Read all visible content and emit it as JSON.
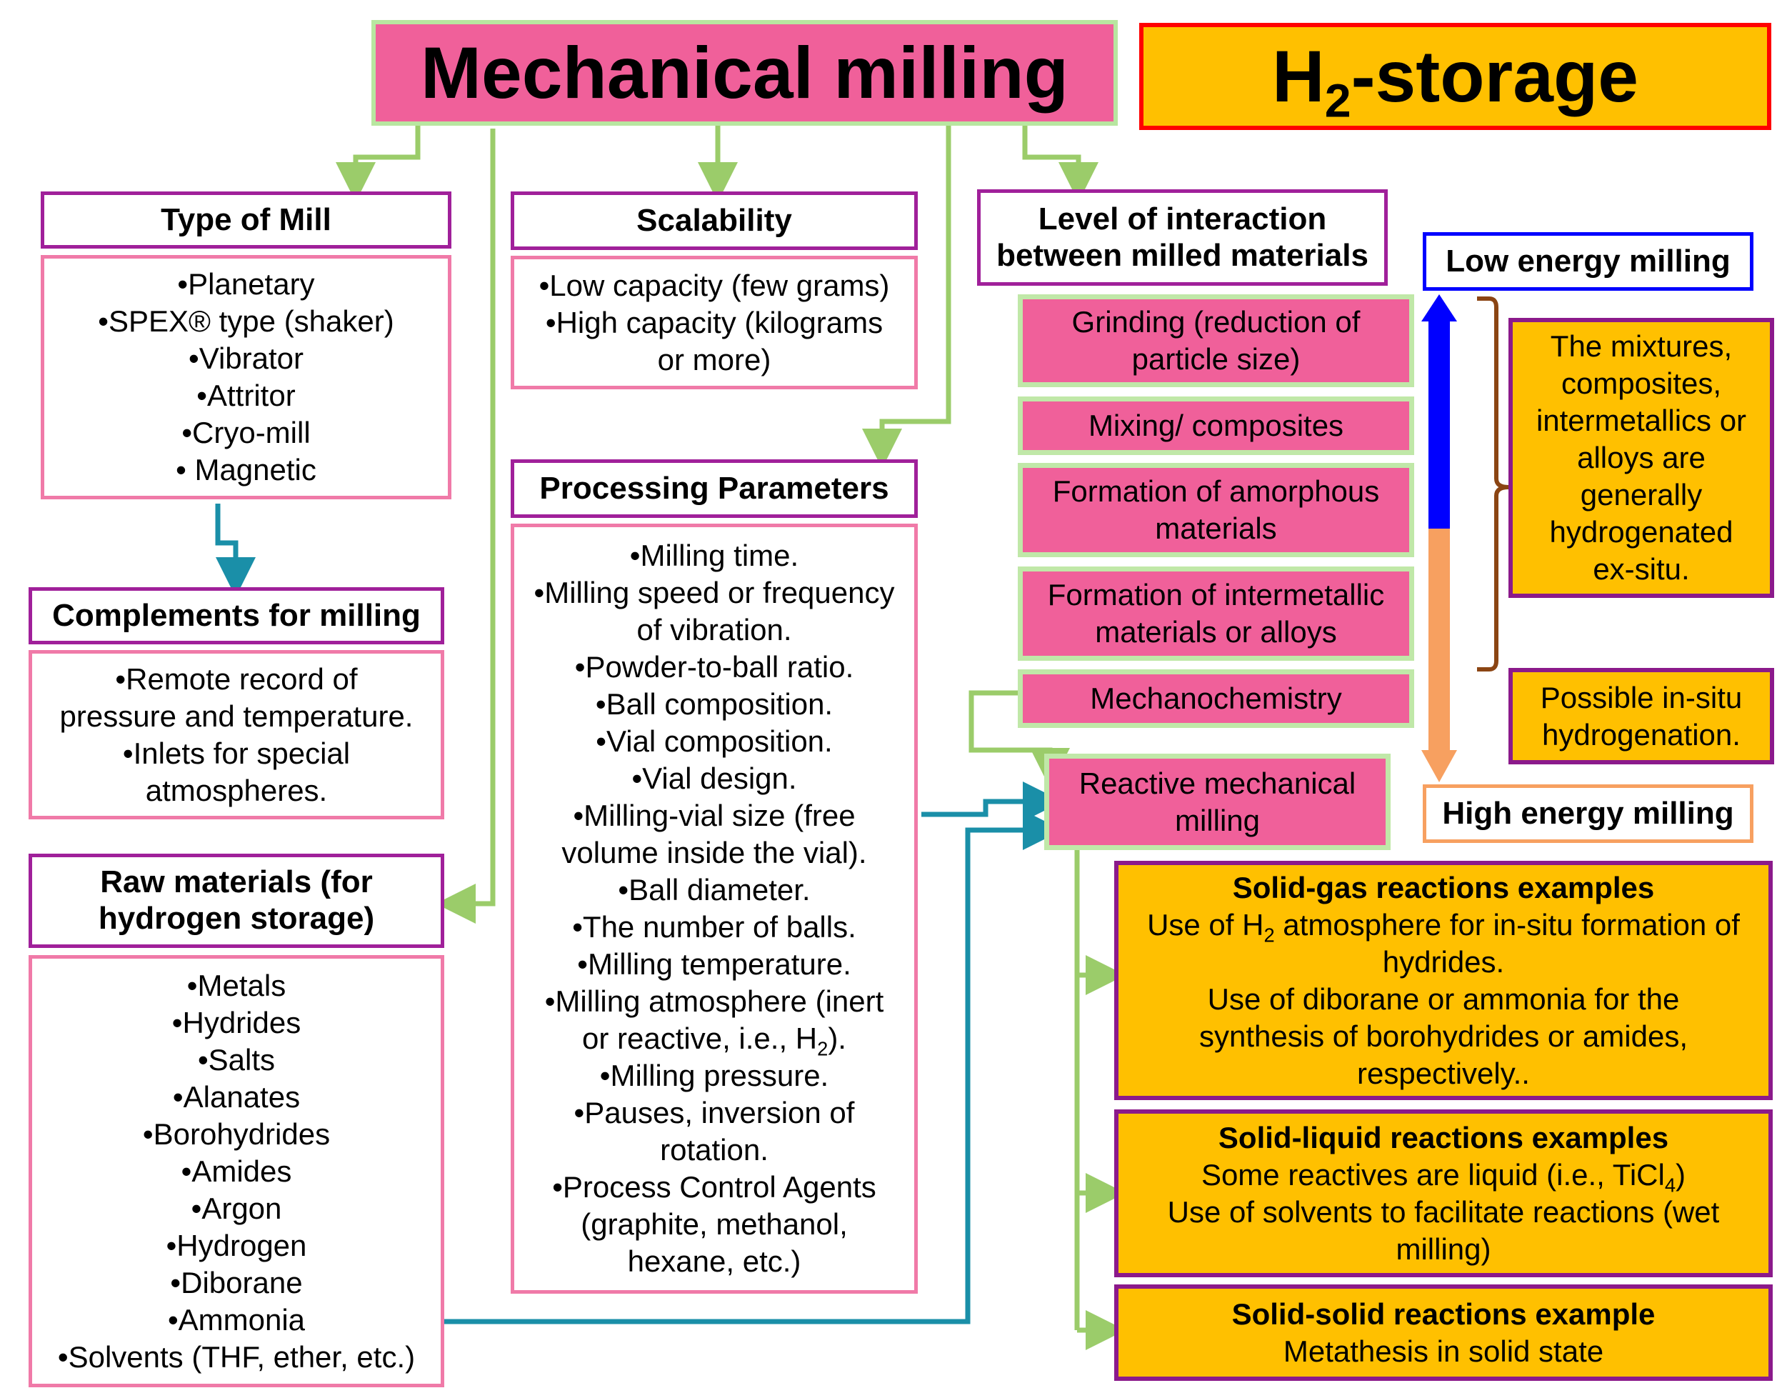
{
  "title": "Mechanical  milling",
  "h2_title": {
    "pre": "H",
    "sub": "2",
    "post": "-storage"
  },
  "type_of_mill": {
    "header": "Type  of Mill",
    "items": [
      "•Planetary",
      "•SPEX® type (shaker)",
      "•Vibrator",
      "•Attritor",
      "•Cryo-mill",
      "• Magnetic"
    ]
  },
  "complements": {
    "header": "Complements  for milling",
    "items": [
      "•Remote record of",
      "pressure and temperature.",
      "•Inlets for special",
      "atmospheres."
    ]
  },
  "raw_materials": {
    "header": [
      "Raw materials (for",
      "hydrogen storage)"
    ],
    "items": [
      "•Metals",
      "•Hydrides",
      "•Salts",
      "•Alanates",
      "•Borohydrides",
      "•Amides",
      "•Argon",
      "•Hydrogen",
      "•Diborane",
      "•Ammonia",
      "•Solvents (THF, ether, etc.)"
    ]
  },
  "scalability": {
    "header": "Scalability",
    "items": [
      "•Low capacity (few grams)",
      "•High capacity (kilograms",
      "or more)"
    ]
  },
  "processing": {
    "header": "Processing Parameters",
    "items": [
      "•Milling time.",
      "•Milling speed or frequency",
      "of vibration.",
      "•Powder-to-ball ratio.",
      "•Ball composition.",
      "•Vial composition.",
      "•Vial design.",
      "•Milling-vial size (free",
      "volume inside the vial).",
      "•Ball diameter.",
      "•The  number of balls.",
      "•Milling temperature.",
      "•Milling atmosphere (inert"
    ],
    "h2_line": {
      "pre": "or reactive, i.e., H",
      "sub": "2",
      "post": ")."
    },
    "items_after": [
      "•Milling pressure.",
      "•Pauses, inversion of",
      "rotation.",
      "•Process Control Agents",
      "(graphite, methanol,",
      "hexane, etc.)"
    ]
  },
  "interaction": {
    "header": [
      "Level of interaction",
      "between milled materials"
    ],
    "levels": [
      [
        "Grinding (reduction of",
        "particle size)"
      ],
      [
        "Mixing/ composites"
      ],
      [
        "Formation of amorphous",
        "materials"
      ],
      [
        "Formation of intermetallic",
        "materials or alloys"
      ],
      [
        "Mechanochemistry"
      ]
    ]
  },
  "reactive": [
    "Reactive mechanical",
    "milling"
  ],
  "low_energy": "Low energy milling",
  "high_energy": "High energy milling",
  "exsitu": [
    "The mixtures,",
    "composites,",
    "intermetallics or",
    "alloys are",
    "generally",
    "hydrogenated",
    "ex-situ."
  ],
  "insitu": [
    "Possible in-situ",
    "hydrogenation."
  ],
  "solid_gas": {
    "title": "Solid-gas reactions examples",
    "line1": {
      "pre": "Use of H",
      "sub": "2",
      "post": " atmosphere  for in-situ formation of"
    },
    "lines": [
      "hydrides.",
      "Use of diborane or ammonia for the",
      "synthesis of borohydrides or amides,",
      "respectively.."
    ]
  },
  "solid_liquid": {
    "title": "Solid-liquid reactions examples",
    "line1": {
      "pre": "Some reactives are liquid (i.e., TiCl",
      "sub": "4",
      "post": ")"
    },
    "lines": [
      "Use of solvents to facilitate reactions (wet",
      "milling)"
    ]
  },
  "solid_solid": {
    "title": "Solid-solid reactions example",
    "lines": [
      "Metathesis in solid state"
    ]
  },
  "colors": {
    "pink": "#f0609a",
    "orange": "#ffc000",
    "green_arrow": "#9bcc6a",
    "teal_arrow": "#1a8fa8",
    "blue": "#0000ff",
    "light_orange": "#f7a060",
    "brown": "#8b4513"
  }
}
